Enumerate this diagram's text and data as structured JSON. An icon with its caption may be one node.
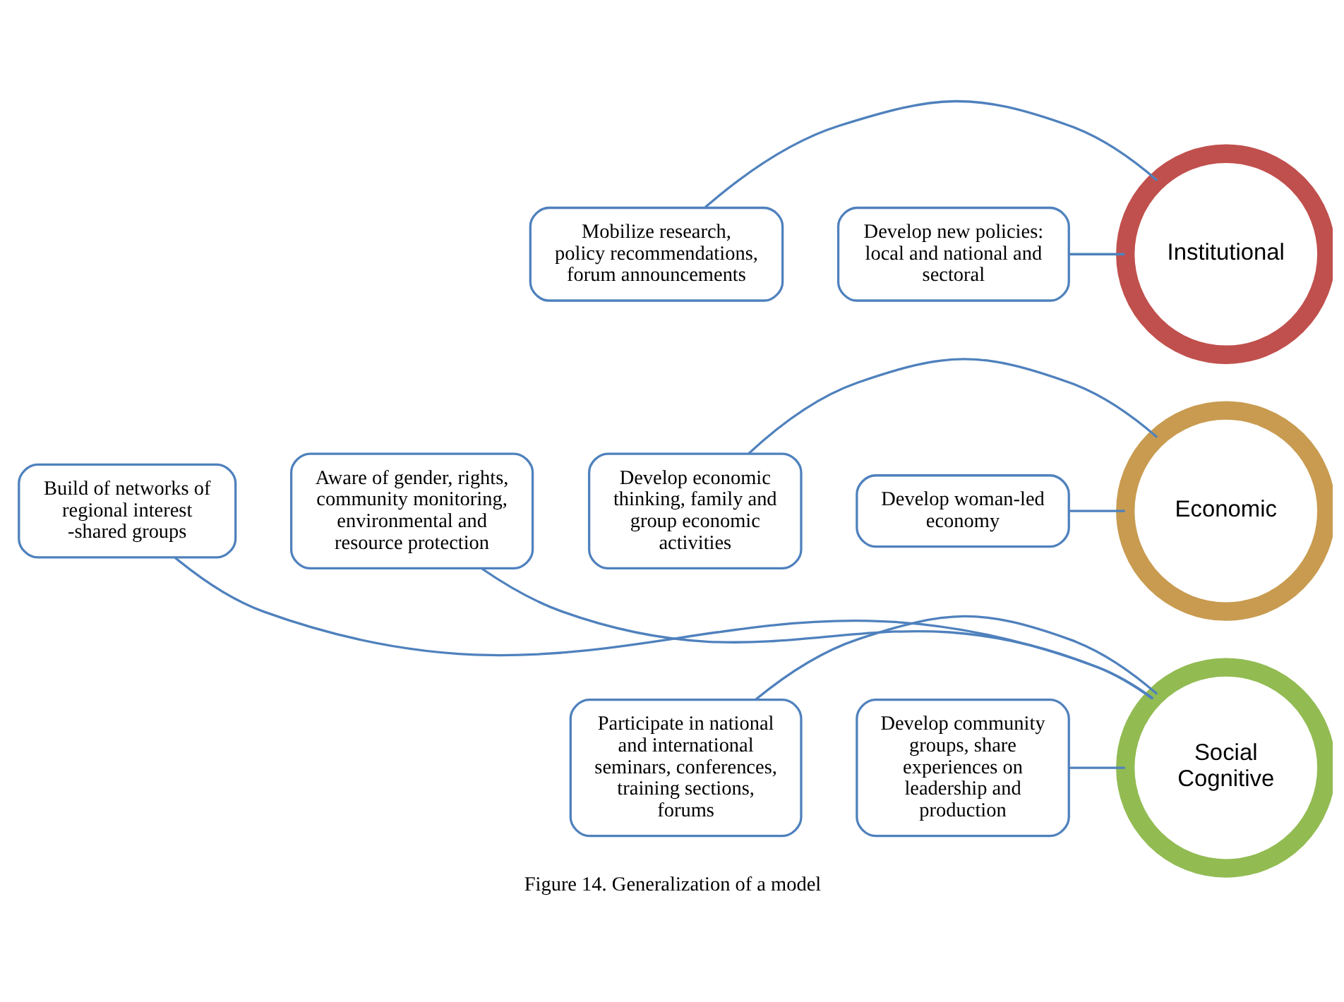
{
  "diagram": {
    "caption": "Figure 14. Generalization of a model",
    "nodes": [
      {
        "text": [
          "Mobilize research, policy recommendations, forum announcements"
        ]
      },
      {
        "text": [
          "Develop new policies: local and national and sectoral"
        ]
      },
      {
        "text": [
          "Institutional"
        ]
      },
      {
        "text": [
          "Develop economic thinking, family and group economic activities"
        ]
      },
      {
        "text": [
          "Develop woman-led economy"
        ]
      },
      {
        "text": [
          "Economic"
        ]
      },
      {
        "text": [
          "Participate in national and international seminars, conferences, training sections, forums"
        ]
      },
      {
        "text": [
          "Social Cognitive"
        ]
      },
      {
        "text": [
          "Develop community groups, share experiences on leadership and production"
        ]
      },
      {
        "text": [
          "Build of networks of regional interest -shared groups"
        ]
      },
      {
        "text": [
          "Aware of gender, rights, community monitoring, environmental and resource protection"
        ]
      }
    ],
    "edges": [
      {
        "from": 0,
        "to": 2,
        "arrow": "none"
      },
      {
        "from": 1,
        "to": 2,
        "arrow": "none"
      },
      {
        "from": 3,
        "to": 5,
        "arrow": "none"
      },
      {
        "from": 4,
        "to": 5,
        "arrow": "none"
      },
      {
        "from": 6,
        "to": 7,
        "arrow": "none"
      },
      {
        "from": 8,
        "to": 7,
        "arrow": "none"
      },
      {
        "from": 9,
        "to": 7,
        "arrow": "none"
      },
      {
        "from": 10,
        "to": 7,
        "arrow": "none"
      }
    ]
  }
}
